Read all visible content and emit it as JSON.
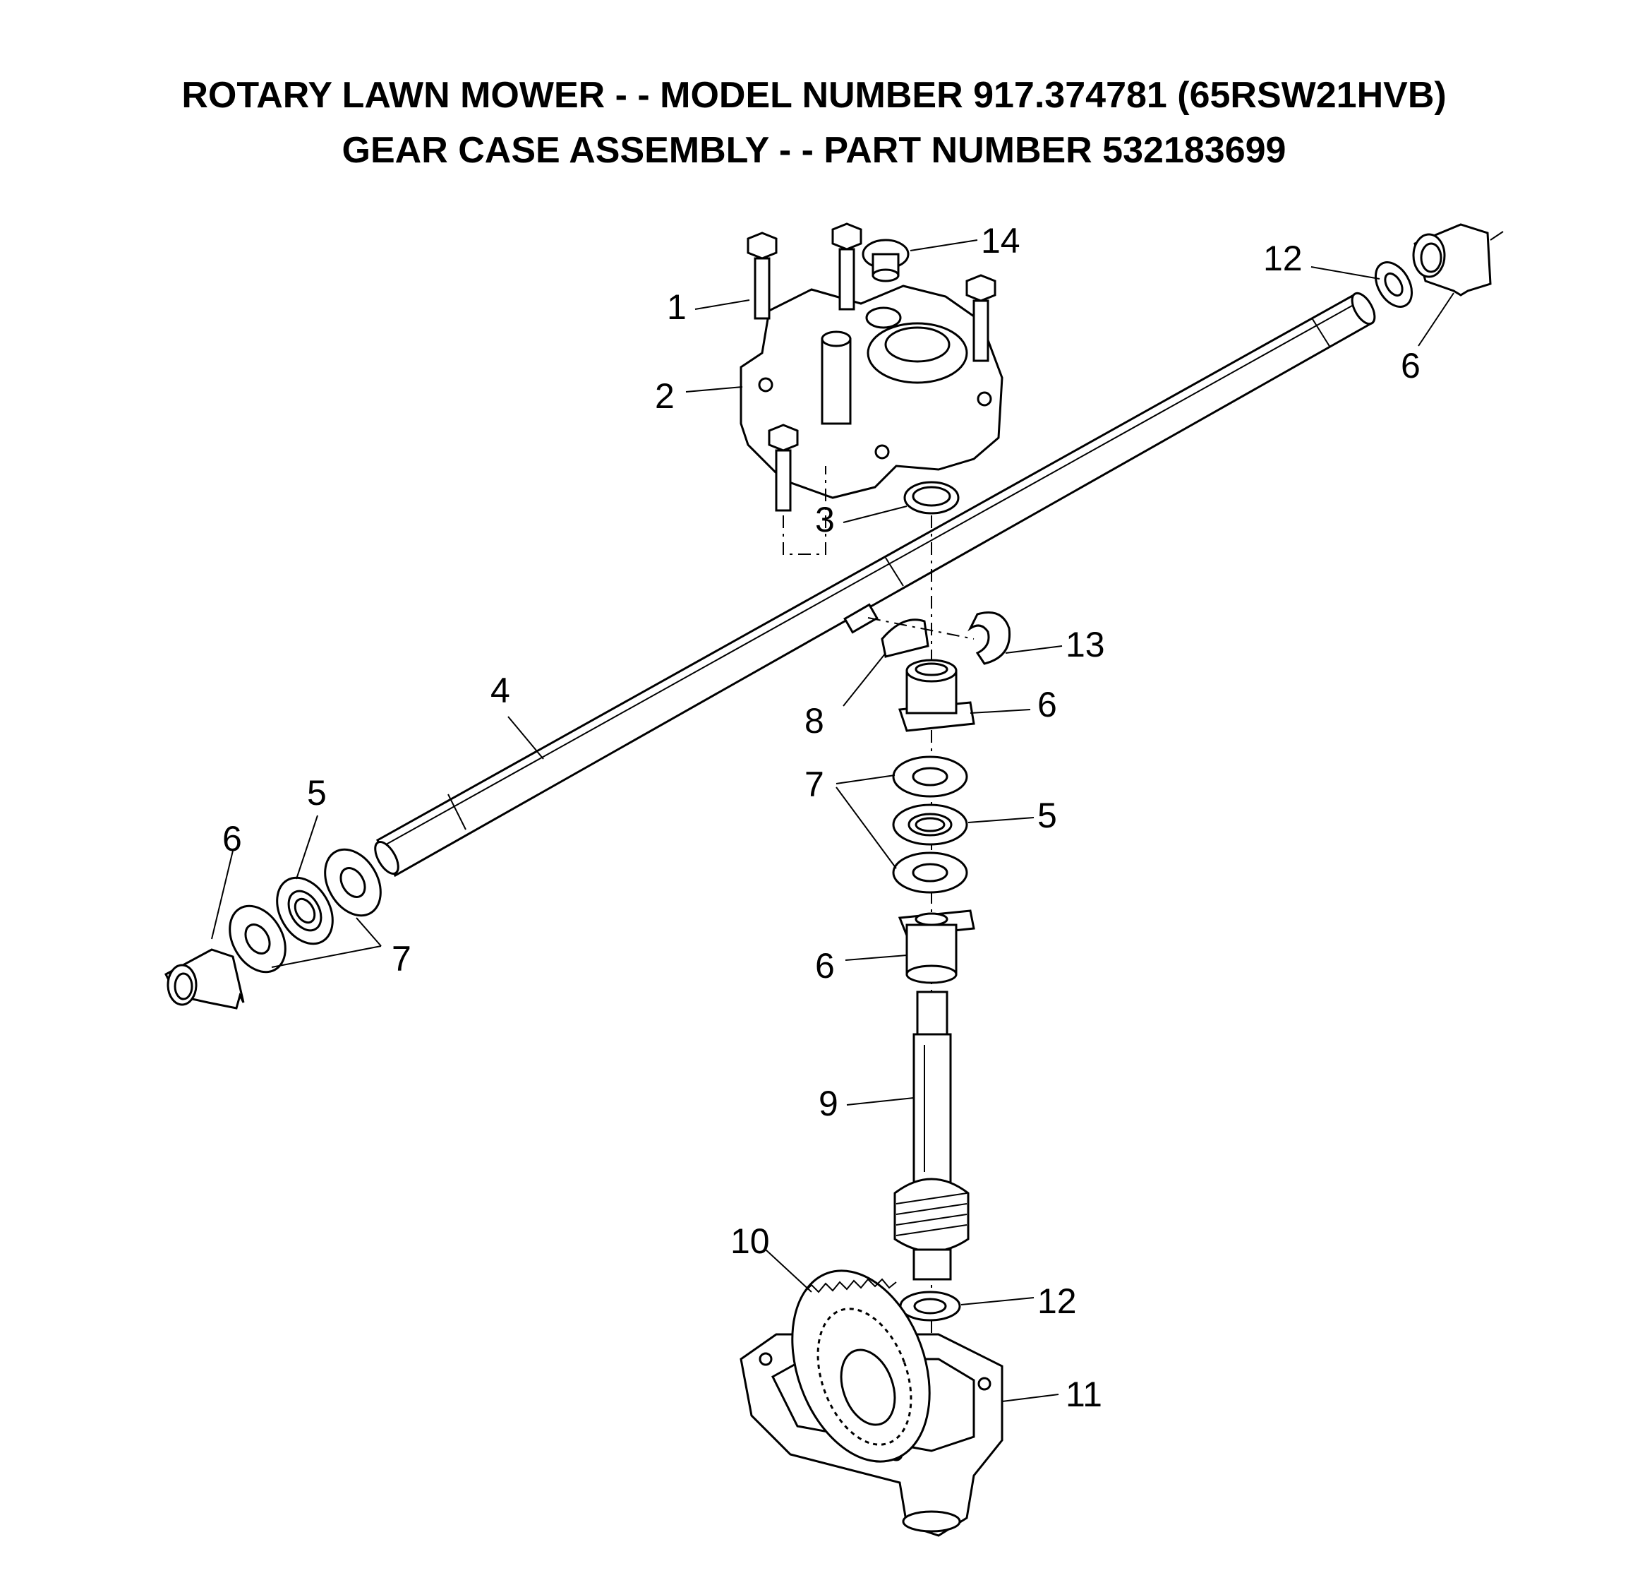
{
  "title": {
    "line1": "ROTARY LAWN MOWER - - MODEL NUMBER 917.374781 (65RSW21HVB)",
    "line2": "GEAR CASE ASSEMBLY - - PART NUMBER 532183699"
  },
  "callouts": [
    {
      "id": "c1",
      "label": "1"
    },
    {
      "id": "c2",
      "label": "2"
    },
    {
      "id": "c3",
      "label": "3"
    },
    {
      "id": "c4",
      "label": "4"
    },
    {
      "id": "c5a",
      "label": "5"
    },
    {
      "id": "c5b",
      "label": "5"
    },
    {
      "id": "c6a",
      "label": "6"
    },
    {
      "id": "c6b",
      "label": "6"
    },
    {
      "id": "c6c",
      "label": "6"
    },
    {
      "id": "c6d",
      "label": "6"
    },
    {
      "id": "c7a",
      "label": "7"
    },
    {
      "id": "c7b",
      "label": "7"
    },
    {
      "id": "c8",
      "label": "8"
    },
    {
      "id": "c9",
      "label": "9"
    },
    {
      "id": "c10",
      "label": "10"
    },
    {
      "id": "c11",
      "label": "11"
    },
    {
      "id": "c12a",
      "label": "12"
    },
    {
      "id": "c12b",
      "label": "12"
    },
    {
      "id": "c13",
      "label": "13"
    },
    {
      "id": "c14",
      "label": "14"
    }
  ]
}
